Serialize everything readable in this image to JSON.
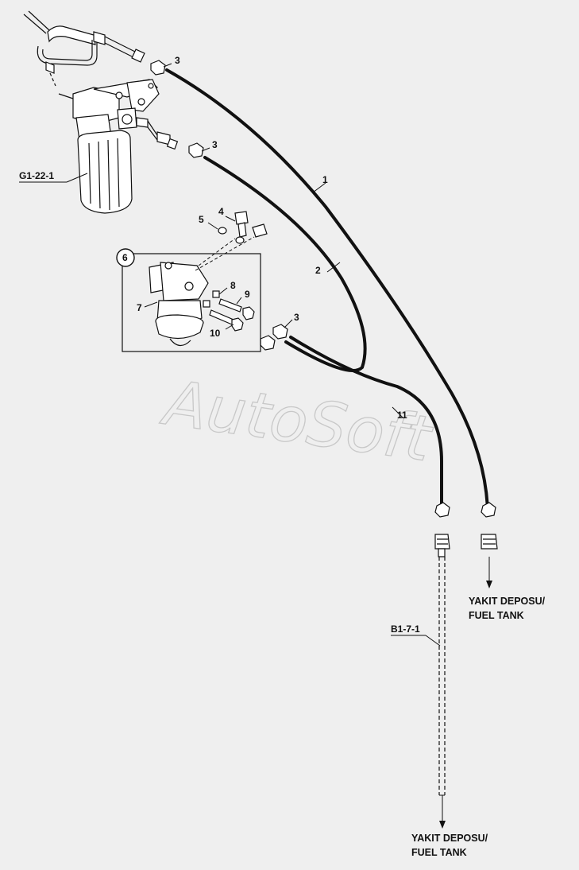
{
  "watermark": "AutoSoft",
  "callouts": {
    "c1": "1",
    "c2": "2",
    "c3a": "3",
    "c3b": "3",
    "c3c": "3",
    "c4": "4",
    "c5": "5",
    "c6": "6",
    "c7": "7",
    "c8": "8",
    "c9": "9",
    "c10": "10",
    "c11": "11"
  },
  "references": {
    "filter_ref": "G1-22-1",
    "line_ref": "B1-7-1"
  },
  "destinations": {
    "right_line1": "YAKIT DEPOSU/",
    "right_line2": "FUEL TANK",
    "bottom_line1": "YAKIT DEPOSU/",
    "bottom_line2": "FUEL TANK"
  }
}
